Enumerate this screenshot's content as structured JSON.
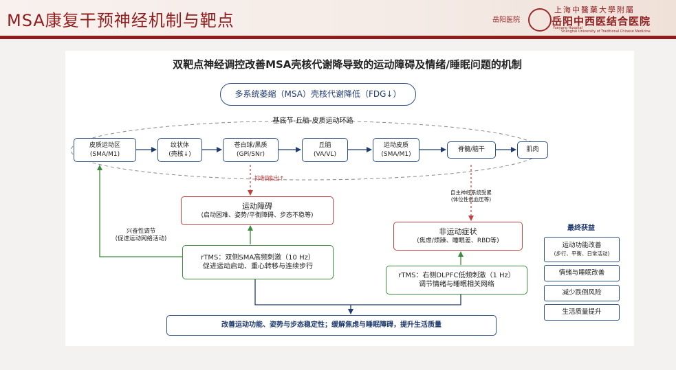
{
  "slide_title": "MSA康复干预神经机制与靶点",
  "logo": {
    "small_text": "岳阳医院",
    "top_text": "上海中醫藥大學附屬",
    "main_text": "岳阳中西医结合医院",
    "en_line1": "Yueyang Hospital",
    "en_line2": "Shanghai University of Traditional Chinese Medicine"
  },
  "diagram": {
    "title": "双靶点神经调控改善MSA壳核代谢降导致的运动障碍及情绪/睡眠问题的机制",
    "top_box": "多系统萎缩（MSA）壳核代谢降低（FDG↓）",
    "loop_label": "基底节-丘脑-皮质运动环路",
    "loop_nodes": [
      {
        "line1": "皮质运动区",
        "line2": "(SMA/M1)"
      },
      {
        "line1": "纹状体",
        "line2": "(壳核↓)"
      },
      {
        "line1": "苍白球/黑质",
        "line2": "(GPi/SNr)"
      },
      {
        "line1": "丘脑",
        "line2": "(VA/VL)"
      },
      {
        "line1": "运动皮质",
        "line2": "(SMA/M1)"
      },
      {
        "line1": "脊髓/脑干",
        "line2": ""
      },
      {
        "line1": "肌肉",
        "line2": ""
      }
    ],
    "inhibit_label": "抑制输出↑",
    "autonomic_label_line1": "自主神经系统受累",
    "autonomic_label_line2": "(体位性低血压等)",
    "motor_disorder": {
      "title": "运动障碍",
      "detail": "(启动困难、姿势/平衡障碍、步态不稳等)"
    },
    "nonmotor": {
      "title": "非运动症状",
      "detail": "(焦虑/烦躁、睡眠差、RBD等)"
    },
    "excite_label_line1": "兴奋性调节",
    "excite_label_line2": "(促进运动网络活动)",
    "rtms_sma": {
      "title": "rTMS：双侧SMA高频刺激（10 Hz）",
      "detail": "促进运动启动、重心转移与连续步行"
    },
    "rtms_dlpfc": {
      "title": "rTMS：右侧DLPFC低频刺激（1 Hz）",
      "detail": "调节情绪与睡眠相关网络"
    },
    "bottom_box": "改善运动功能、姿势与步态稳定性；缓解焦虑与睡眠障碍，提升生活质量",
    "benefits_title": "最终获益",
    "benefits": [
      {
        "label": "运动功能改善",
        "sub": "(步行、平衡、日常活动)"
      },
      {
        "label": "情绪与睡眠改善",
        "sub": ""
      },
      {
        "label": "减少跌倒风险",
        "sub": ""
      },
      {
        "label": "生活质量提升",
        "sub": ""
      }
    ],
    "colors": {
      "blue": "#2c4f88",
      "red": "#c44040",
      "green": "#3c8a3c",
      "brand": "#8f1d1d"
    }
  }
}
